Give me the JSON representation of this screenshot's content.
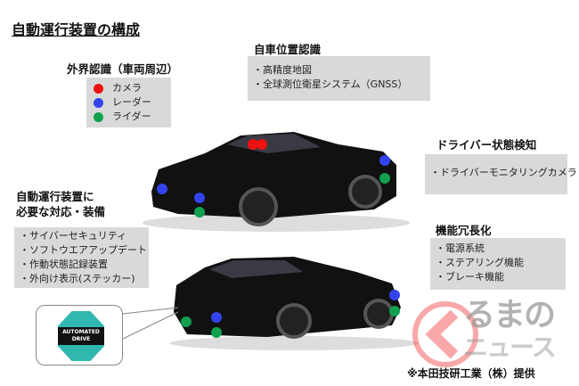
{
  "title": "自動運行装置の構成",
  "external": {
    "heading": "外界認識（車両周辺）",
    "legend": [
      {
        "label": "カメラ",
        "color": "#ee1111"
      },
      {
        "label": "レーダー",
        "color": "#3344ee"
      },
      {
        "label": "ライダー",
        "color": "#11a050"
      }
    ]
  },
  "position": {
    "heading": "自車位置認識",
    "items": [
      "・高精度地図",
      "・全球測位衛星システム（GNSS）"
    ]
  },
  "driver": {
    "heading": "ドライバー状態検知",
    "items": [
      "・ドライバーモニタリングカメラ"
    ]
  },
  "redundancy": {
    "heading": "機能冗長化",
    "items": [
      "・電源系統",
      "・ステアリング機能",
      "・ブレーキ機能"
    ]
  },
  "required": {
    "heading_line1": "自動運行装置に",
    "heading_line2": "必要な対応・装備",
    "items": [
      "・サイバーセキュリティ",
      "・ソフトウエアアップデート",
      "・作動状態記録装置",
      "・外向け表示(ステッカー)"
    ]
  },
  "sticker": {
    "line1": "AUTOMATED",
    "line2": "DRIVE"
  },
  "credit": "※本田技研工業（株）提供",
  "watermark": {
    "line1": "るまの",
    "line2": "ニュース"
  }
}
